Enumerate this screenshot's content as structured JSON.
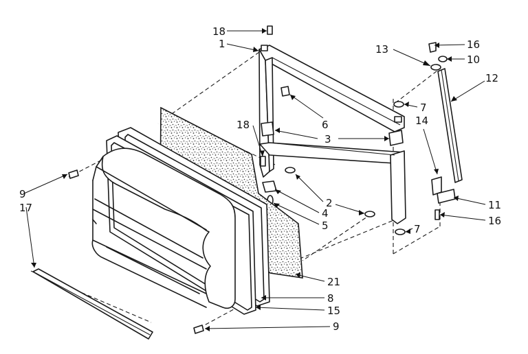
{
  "callouts": {
    "c18a": "18",
    "c1": "1",
    "c13": "13",
    "c16a": "16",
    "c10": "10",
    "c12": "12",
    "c7a": "7",
    "c6": "6",
    "c18b": "18",
    "c3": "3",
    "c14": "14",
    "c2": "2",
    "c4": "4",
    "c5": "5",
    "c11": "11",
    "c16b": "16",
    "c7b": "7",
    "c9a": "9",
    "c17": "17",
    "c21": "21",
    "c8": "8",
    "c15": "15",
    "c9b": "9"
  }
}
